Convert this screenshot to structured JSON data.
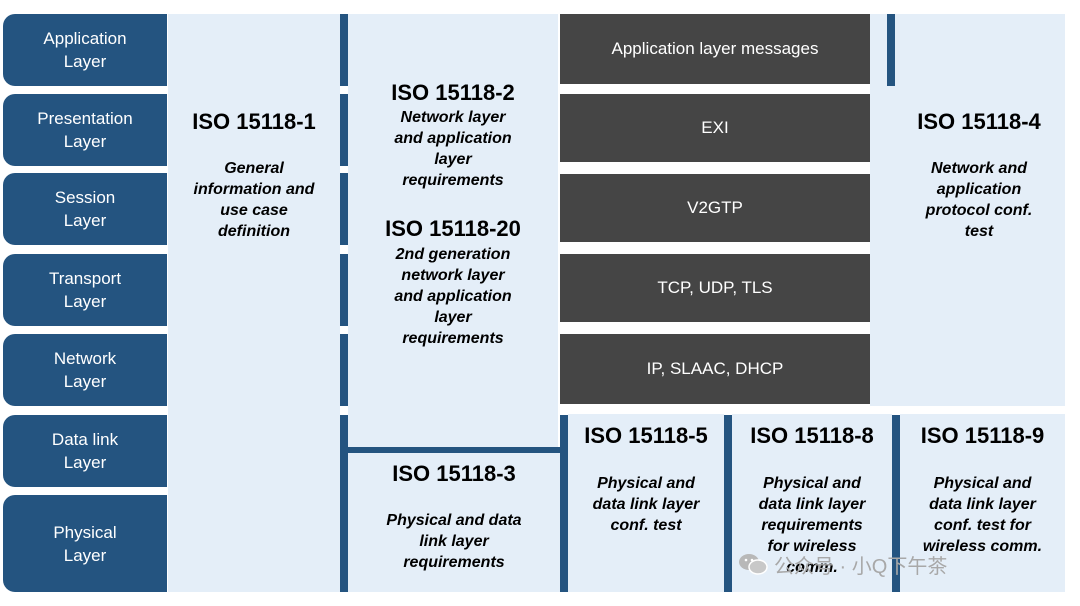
{
  "osi_layers": [
    {
      "label": "Application\nLayer"
    },
    {
      "label": "Presentation\nLayer"
    },
    {
      "label": "Session\nLayer"
    },
    {
      "label": "Transport\nLayer"
    },
    {
      "label": "Network\nLayer"
    },
    {
      "label": "Data link\nLayer"
    },
    {
      "label": "Physical\nLayer"
    }
  ],
  "protocol_stack": [
    {
      "label": "Application layer messages"
    },
    {
      "label": "EXI"
    },
    {
      "label": "V2GTP"
    },
    {
      "label": "TCP, UDP, TLS"
    },
    {
      "label": "IP, SLAAC, DHCP"
    }
  ],
  "standards": {
    "iso_1": {
      "title": "ISO 15118-1",
      "desc": "General\ninformation and\nuse case\ndefinition"
    },
    "iso_2": {
      "title": "ISO 15118-2",
      "desc": "Network layer\nand application\nlayer\nrequirements"
    },
    "iso_20": {
      "title": "ISO 15118-20",
      "desc": "2nd generation\nnetwork layer\nand application\nlayer\nrequirements"
    },
    "iso_4": {
      "title": "ISO 15118-4",
      "desc": "Network and\napplication\nprotocol conf.\ntest"
    },
    "iso_3": {
      "title": "ISO 15118-3",
      "desc": "Physical and data\nlink layer\nrequirements"
    },
    "iso_5": {
      "title": "ISO 15118-5",
      "desc": "Physical and\ndata link layer\nconf. test"
    },
    "iso_8": {
      "title": "ISO 15118-8",
      "desc": "Physical and\ndata link layer\nrequirements\nfor wireless\ncomm."
    },
    "iso_9": {
      "title": "ISO 15118-9",
      "desc": "Physical and\ndata link layer\nconf. test for\nwireless comm."
    }
  },
  "watermark": {
    "text": "公众号 · 小Q下午茶",
    "icon": "wechat-icon"
  },
  "colors": {
    "osi_blue": "#245480",
    "panel_bg": "#e4eef8",
    "dark_box": "#454545"
  }
}
